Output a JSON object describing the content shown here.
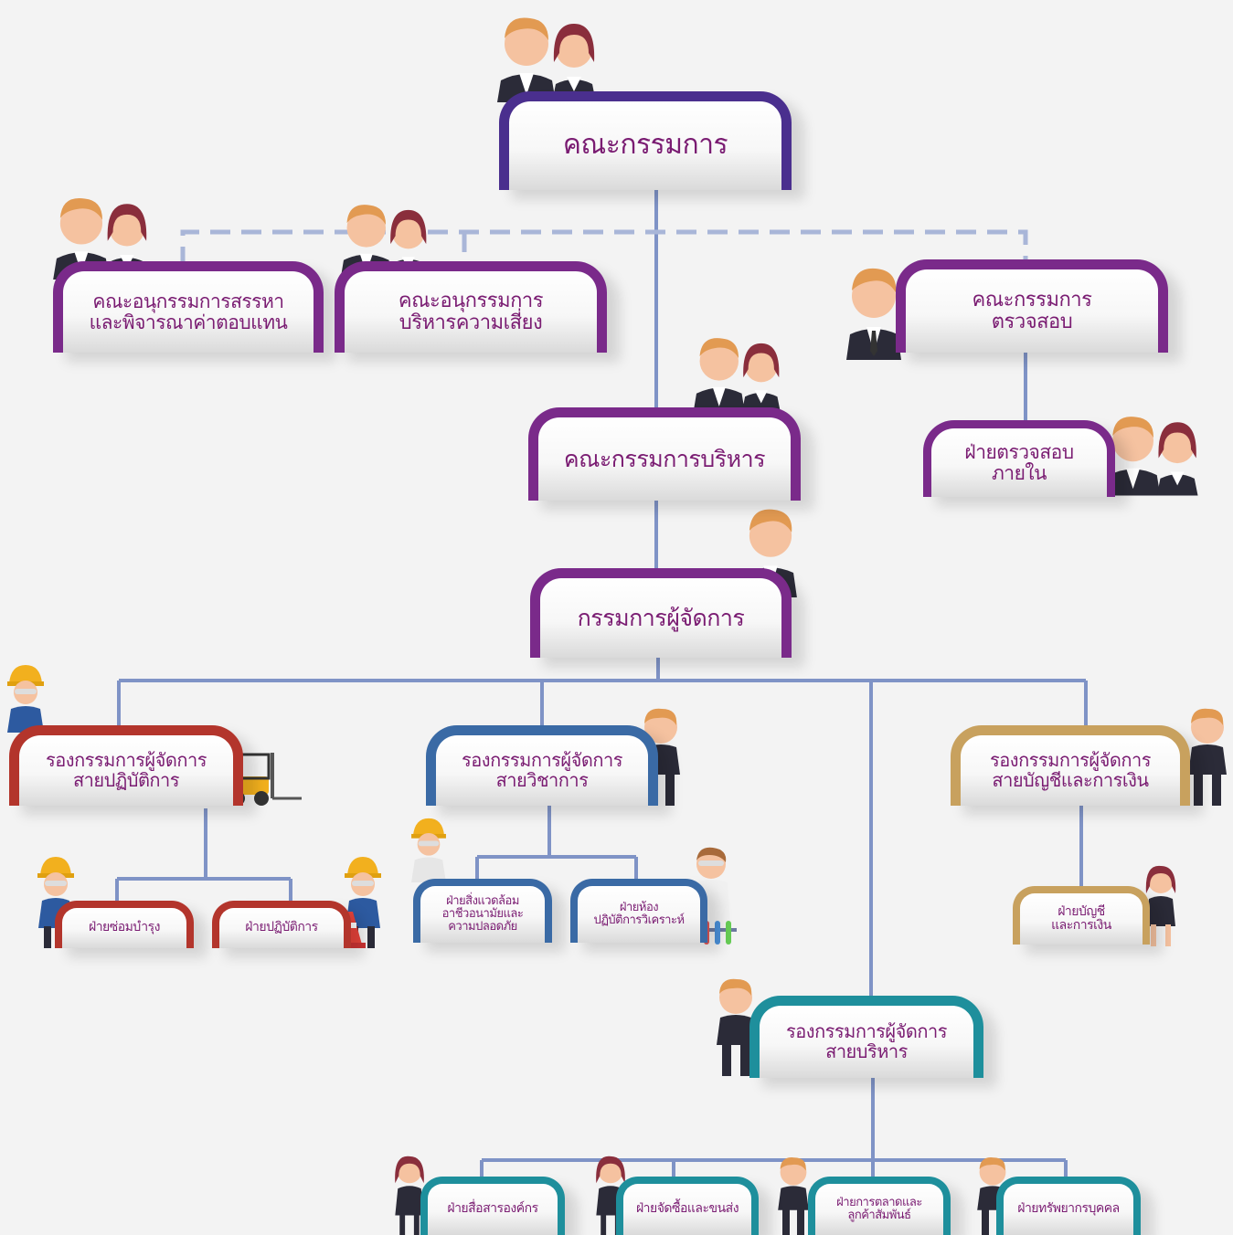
{
  "chart": {
    "board": "คณะกรรมการ",
    "nomination_committee": "คณะอนุกรรมการสรรหา\nและพิจารณาค่าตอบแทน",
    "risk_committee": "คณะอนุกรรมการ\nบริหารความเสี่ยง",
    "audit_committee": "คณะกรรมการ\nตรวจสอบ",
    "internal_audit": "ฝ่ายตรวจสอบ\nภายใน",
    "executive_committee": "คณะกรรมการบริหาร",
    "managing_director": "กรรมการผู้จัดการ",
    "dmd_operations": "รองกรรมการผู้จัดการ\nสายปฏิบัติการ",
    "dmd_technical": "รองกรรมการผู้จัดการ\nสายวิชาการ",
    "dmd_finance": "รองกรรมการผู้จัดการ\nสายบัญชีและการเงิน",
    "dmd_admin": "รองกรรมการผู้จัดการ\nสายบริหาร",
    "dept_maintenance": "ฝ่ายซ่อมบำรุง",
    "dept_operations": "ฝ่ายปฏิบัติการ",
    "dept_safety": "ฝ่ายสิ่งแวดล้อม\nอาชีวอนามัยและ\nความปลอดภัย",
    "dept_lab": "ฝ่ายห้อง\nปฏิบัติการวิเคราะห์",
    "dept_accounting": "ฝ่ายบัญชี\nและการเงิน",
    "dept_communication": "ฝ่ายสื่อสารองค์กร",
    "dept_procurement": "ฝ่ายจัดซื้อและขนส่ง",
    "dept_marketing": "ฝ่ายการตลาดและ\nลูกค้าสัมพันธ์",
    "dept_hr": "ฝ่ายทรัพยากรบุคคล"
  },
  "colors": {
    "line": "#7f93c6",
    "dashed": "#a9b6d8",
    "indigo": "#4a2f8e",
    "purple": "#7a2a8a",
    "red": "#b3352c",
    "blue": "#3a6aa5",
    "gold": "#c8a15e",
    "teal": "#1e8f9c",
    "text": "#7a1c72"
  },
  "icons": [
    "executive-pair-icon",
    "businessman-icon",
    "businesswoman-icon",
    "worker-hardhat-icon",
    "forklift-icon",
    "traffic-cone-icon",
    "scientist-icon",
    "test-tubes-icon"
  ]
}
